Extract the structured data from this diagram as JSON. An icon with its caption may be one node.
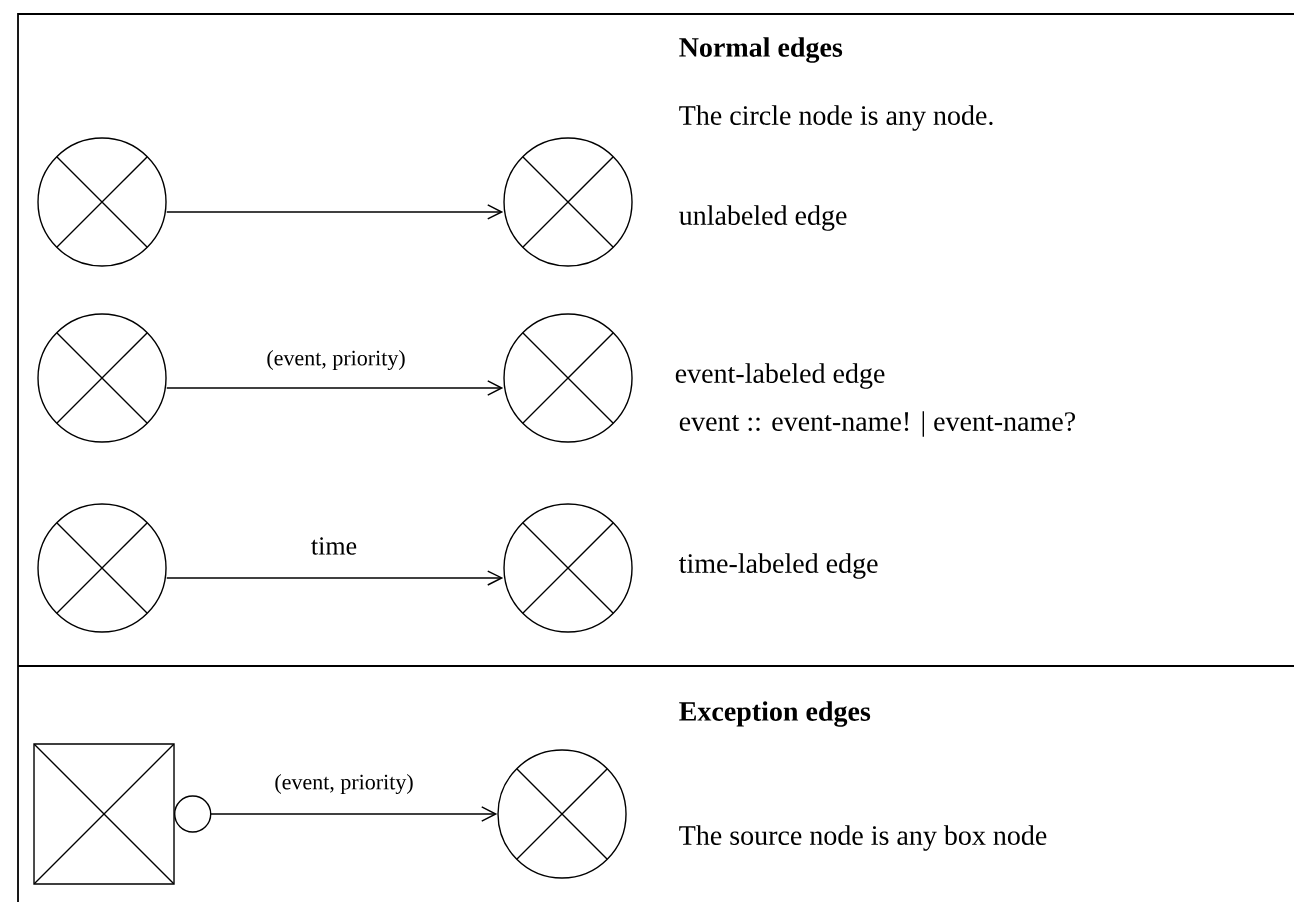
{
  "diagram": {
    "nodes": [
      {
        "text": [],
        "shape": "circle"
      },
      {
        "text": [],
        "shape": "circle"
      },
      {
        "text": [],
        "shape": "circle"
      },
      {
        "text": [],
        "shape": "circle"
      },
      {
        "text": [],
        "shape": "circle"
      },
      {
        "text": [],
        "shape": "circle"
      },
      {
        "text": [],
        "shape": "box"
      },
      {
        "text": [],
        "shape": "circle"
      }
    ],
    "edges": [
      {
        "from": 0,
        "to": 1,
        "arrow": "to"
      },
      {
        "from": 2,
        "to": 3,
        "arrow": "to",
        "label": "(event, priority)"
      },
      {
        "from": 4,
        "to": 5,
        "arrow": "to",
        "label": "time"
      },
      {
        "from": 6,
        "to": 7,
        "arrow": "to",
        "label": "(event, priority)"
      }
    ],
    "labels": [
      "Normal edges",
      "The circle  node is any node.",
      "unlabeled edge",
      "event-labeled edge",
      "event :: event-name!  |  event-name?",
      "time-labeled edge",
      "Exception edges",
      "The source node is any box node"
    ]
  }
}
